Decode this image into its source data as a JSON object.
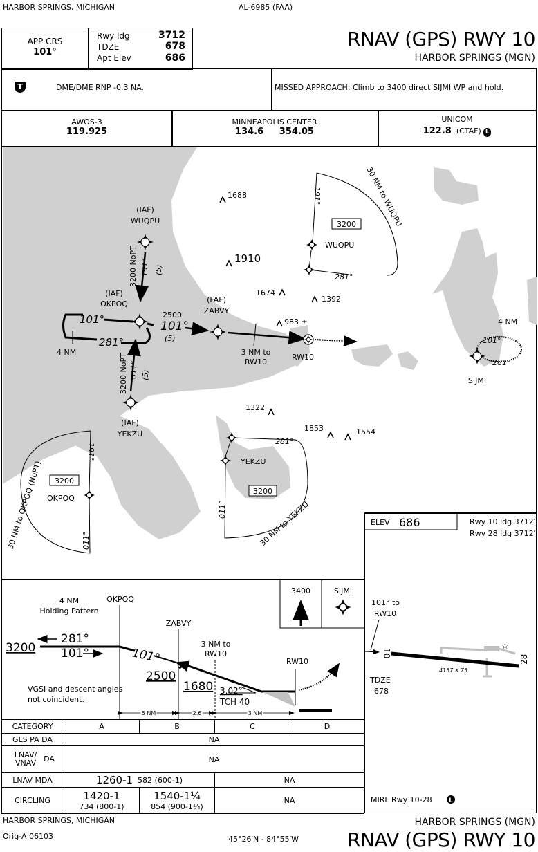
{
  "header": {
    "location": "HARBOR SPRINGS, MICHIGAN",
    "chart_id": "AL-6985 (FAA)",
    "app_crs_label": "APP CRS",
    "app_crs_value": "101°",
    "rwy_ldg_label": "Rwy ldg",
    "rwy_ldg_value": "3712",
    "tdze_label": "TDZE",
    "tdze_value": "678",
    "apt_elev_label": "Apt Elev",
    "apt_elev_value": "686",
    "title": "RNAV (GPS) RWY 10",
    "airport": "HARBOR SPRINGS (MGN)"
  },
  "notes": {
    "takeoff_symbol": "T",
    "rnp_note": "DME/DME RNP -0.3 NA.",
    "missed_approach": "MISSED APPROACH: Climb to 3400 direct SIJMI WP and hold."
  },
  "comms": [
    {
      "name": "AWOS-3",
      "freq": "119.925"
    },
    {
      "name": "MINNEAPOLIS CENTER",
      "freq": "134.6     354.05"
    },
    {
      "name": "UNICOM",
      "freq": "122.8",
      "extra": "(CTAF)",
      "icon": "L"
    }
  ],
  "plan": {
    "wuqpu_iaf": "(IAF)",
    "wuqpu": "WUQPU",
    "okpoq_iaf": "(IAF)",
    "okpoq": "OKPOQ",
    "yekzu_iaf": "(IAF)",
    "yekzu": "YEKZU",
    "zabvy_faf": "(FAF)",
    "zabvy": "ZABVY",
    "rw10": "RW10",
    "sijmi": "SIJMI",
    "north_leg_alt": "3200 NoPT",
    "north_leg_crs": "191°",
    "north_leg_dist": "(5)",
    "south_leg_alt": "3200 NoPT",
    "south_leg_crs": "011°",
    "south_leg_dist": "(5)",
    "hold_in": "101°",
    "hold_out": "281°",
    "hold_len": "4 NM",
    "final_alt": "2500",
    "final_crs": "101°",
    "final_dist": "(5)",
    "three_nm": "3 NM to",
    "three_nm_2": "RW10",
    "obstacles": [
      "1688",
      "1910",
      "1674",
      "1392",
      "983 ±",
      "1322",
      "1853",
      "1554"
    ],
    "taa_north": {
      "crs_in": "191°",
      "crs_out": "281°",
      "alt": "3200",
      "fix": "WUQPU",
      "arc": "30 NM to WUQPU"
    },
    "taa_south_left": {
      "crs_in": "191°",
      "crs_out": "011°",
      "alt": "3200",
      "fix": "OKPOQ",
      "arc": "30 NM to OKPOQ (NoPT)"
    },
    "taa_south_right": {
      "crs_in": "281°",
      "crs_out": "011°",
      "alt": "3200",
      "fix": "YEKZU",
      "arc": "30 NM to YEKZU"
    },
    "missed_hold_in": "101°",
    "missed_hold_out": "281°",
    "missed_hold_len": "4 NM"
  },
  "profile": {
    "hold_label": "4 NM",
    "hold_label_2": "Holding Pattern",
    "okpoq": "OKPOQ",
    "zabvy": "ZABVY",
    "three_nm": "3 NM to",
    "three_nm_2": "RW10",
    "rw10": "RW10",
    "alt_3200": "3200",
    "crs_out": "281°",
    "crs_in": "101°",
    "crs_final": "101°",
    "alt_2500": "2500",
    "alt_1680": "1680",
    "gpa": "3.02°",
    "tch": "TCH 40",
    "vgsi_note": "VGSI and descent angles",
    "vgsi_note_2": "not coincident.",
    "dist_1": "5 NM",
    "dist_2": "2.6",
    "dist_3": "3 NM",
    "missed_alt": "3400",
    "missed_fix": "SIJMI"
  },
  "minimums": {
    "headers": [
      "CATEGORY",
      "A",
      "B",
      "C",
      "D"
    ],
    "gls": {
      "label": "GLS PA DA",
      "value": "NA"
    },
    "lnav_vnav": {
      "label": "LNAV/ VNAV",
      "label_da": "DA",
      "value": "NA"
    },
    "lnav": {
      "label": "LNAV MDA",
      "ab_main": "1260-1",
      "ab_sub": "582 (600-1)",
      "cd": "NA"
    },
    "circling": {
      "label": "CIRCLING",
      "a_main": "1420-1",
      "a_sub": "734 (800-1)",
      "b_main": "1540-1¼",
      "b_sub": "854 (900-1¼)",
      "cd": "NA"
    }
  },
  "airport_sketch": {
    "elev_label": "ELEV",
    "elev_value": "686",
    "rwy10": "Rwy 10 ldg 3712′",
    "rwy28": "Rwy 28 ldg 3712′",
    "crs_to": "101° to",
    "crs_to_2": "RW10",
    "rwy_num_10": "10",
    "rwy_num_28": "28",
    "dims": "4157 X 75",
    "tdze_label": "TDZE",
    "tdze_value": "678",
    "lighting": "MIRL Rwy 10-28",
    "lighting_icon": "L"
  },
  "footer": {
    "location": "HARBOR SPRINGS, MICHIGAN",
    "amendment": "Orig-A  06103",
    "coords": "45°26′N - 84°55′W",
    "airport": "HARBOR SPRINGS (MGN)",
    "title": "RNAV (GPS) RWY 10"
  },
  "colors": {
    "water": "#d0d0d0",
    "ink": "#000000"
  }
}
